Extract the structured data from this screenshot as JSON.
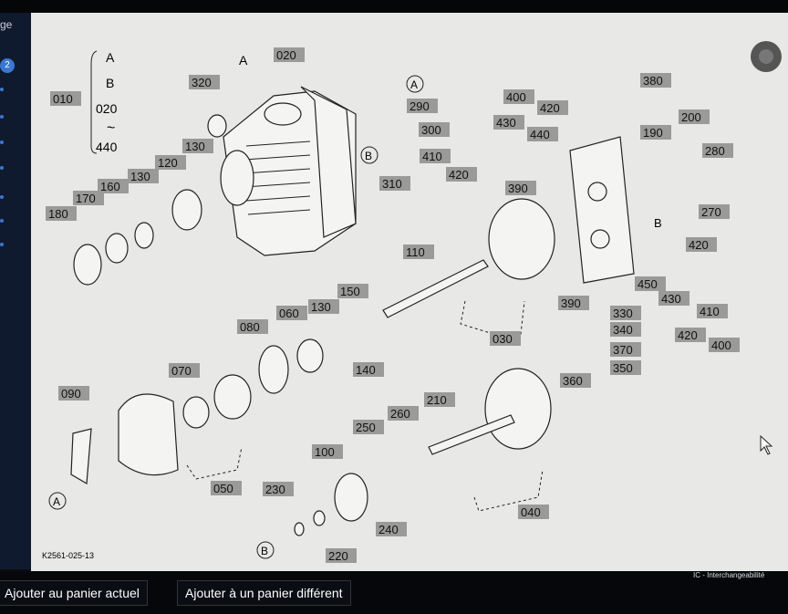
{
  "sidebar": {
    "label": "ge",
    "badge": "2"
  },
  "diagram": {
    "ref_code": "K2561-025-13",
    "legend": {
      "a": "A",
      "b": "B",
      "c": "020",
      "d": "~",
      "e": "440"
    },
    "letters": {
      "a1": "A",
      "a2": "A",
      "a3": "A",
      "b1": "B",
      "b2": "B",
      "b3": "B"
    },
    "parts": [
      "010",
      "320",
      "020",
      "290",
      "300",
      "310",
      "130",
      "120",
      "130",
      "160",
      "170",
      "180",
      "400",
      "420",
      "430",
      "440",
      "410",
      "420",
      "390",
      "380",
      "200",
      "190",
      "280",
      "270",
      "110",
      "150",
      "130",
      "060",
      "080",
      "140",
      "070",
      "090",
      "050",
      "420",
      "430",
      "450",
      "410",
      "390",
      "330",
      "340",
      "370",
      "350",
      "360",
      "420",
      "400",
      "030",
      "210",
      "260",
      "250",
      "100",
      "230",
      "240",
      "220",
      "040"
    ]
  },
  "buttons": {
    "current_cart": "Ajouter au panier actuel",
    "other_cart": "Ajouter à un panier différent"
  },
  "status": {
    "ic": "IC - Interchangeabilité"
  }
}
